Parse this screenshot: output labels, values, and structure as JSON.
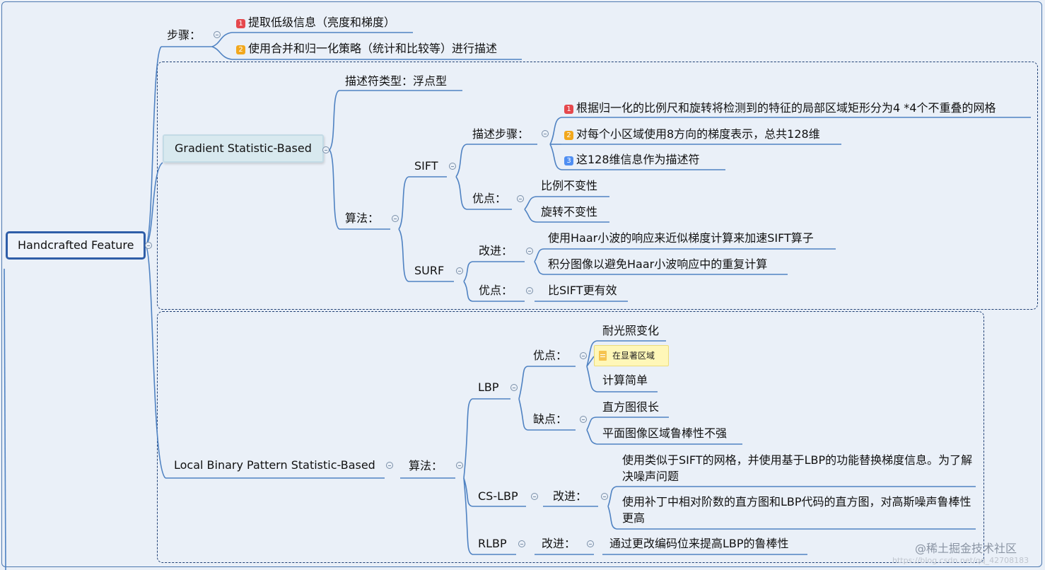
{
  "root": "Handcrafted Feature",
  "steps": {
    "label": "步骤：",
    "items": [
      {
        "badge": "1",
        "text": "提取低级信息（亮度和梯度）"
      },
      {
        "badge": "2",
        "text": "使用合并和归一化策略（统计和比较等）进行描述"
      }
    ]
  },
  "gradient": {
    "title": "Gradient Statistic-Based",
    "descriptor_type": "描述符类型：浮点型",
    "algo_label": "算法：",
    "sift": {
      "name": "SIFT",
      "steps_label": "描述步骤：",
      "steps": [
        {
          "badge": "1",
          "text": "根据归一化的比例尺和旋转将检测到的特征的局部区域矩形分为4 *4个不重叠的网格"
        },
        {
          "badge": "2",
          "text": "对每个小区域使用8方向的梯度表示，总共128维"
        },
        {
          "badge": "3",
          "text": "这128维信息作为描述符"
        }
      ],
      "pros_label": "优点：",
      "pros": [
        "比例不变性",
        "旋转不变性"
      ]
    },
    "surf": {
      "name": "SURF",
      "improve_label": "改进：",
      "improvements": [
        "使用Haar小波的响应来近似梯度计算来加速SIFT算子",
        "积分图像以避免Haar小波响应中的重复计算"
      ],
      "pros_label": "优点：",
      "pros": [
        "比SIFT更有效"
      ]
    }
  },
  "lbp_group": {
    "title": "Local Binary Pattern Statistic-Based",
    "algo_label": "算法：",
    "lbp": {
      "name": "LBP",
      "pros_label": "优点：",
      "pros": [
        "耐光照变化",
        "计算简单"
      ],
      "note": "在显著区域",
      "cons_label": "缺点：",
      "cons": [
        "直方图很长",
        "平面图像区域鲁棒性不强"
      ]
    },
    "cslbp": {
      "name": "CS-LBP",
      "improve_label": "改进：",
      "improvements": [
        "使用类似于SIFT的网格，并使用基于LBP的功能替换梯度信息。为了解决噪声问题",
        "使用补丁中相对阶数的直方图和LBP代码的直方图，对高斯噪声鲁棒性更高"
      ]
    },
    "rlbp": {
      "name": "RLBP",
      "improve_label": "改进：",
      "improvements": [
        "通过更改编码位来提高LBP的鲁棒性"
      ]
    }
  },
  "watermark": "https://blog.csdn.net/qq_42708183",
  "brand": "@稀土掘金技术社区",
  "colors": {
    "line": "#4f82c2",
    "frame": "#1f3f74",
    "badge1": "#e5484d",
    "badge2": "#f2a81d",
    "badge3": "#4f8ef2",
    "note": "#fff7b8"
  }
}
